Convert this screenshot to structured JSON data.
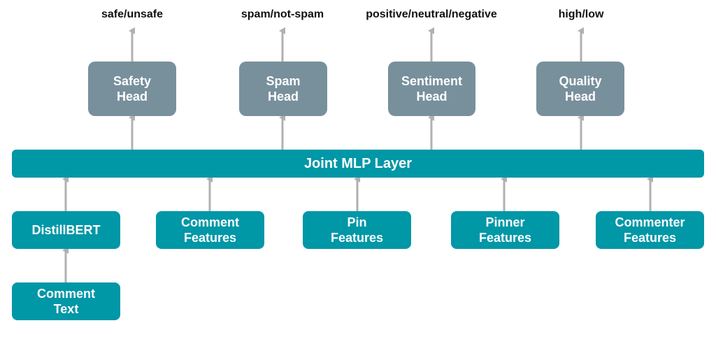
{
  "heads": [
    {
      "label": "Safety\nHead",
      "output": "safe/unsafe"
    },
    {
      "label": "Spam\nHead",
      "output": "spam/not-spam"
    },
    {
      "label": "Sentiment\nHead",
      "output": "positive/neutral/negative"
    },
    {
      "label": "Quality\nHead",
      "output": "high/low"
    }
  ],
  "joint_layer": {
    "label": "Joint MLP Layer"
  },
  "inputs": [
    {
      "label": "DistillBERT"
    },
    {
      "label": "Comment\nFeatures"
    },
    {
      "label": "Pin\nFeatures"
    },
    {
      "label": "Pinner\nFeatures"
    },
    {
      "label": "Commenter\nFeatures"
    }
  ],
  "source": {
    "label": "Comment\nText"
  },
  "colors": {
    "teal": "#0097a7",
    "slate": "#78909c",
    "arrow": "#b0b0b0"
  }
}
